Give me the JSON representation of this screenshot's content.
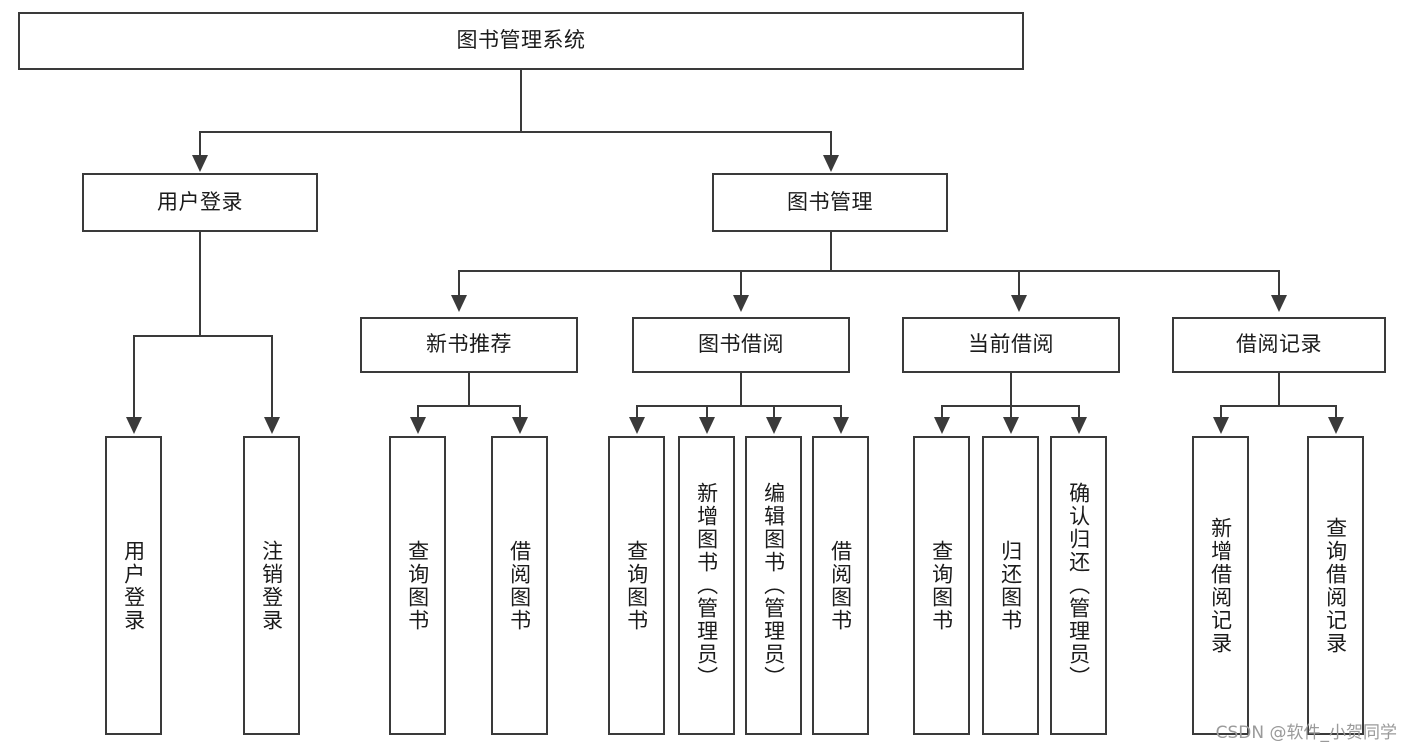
{
  "diagram": {
    "type": "tree",
    "title": "图书管理系统",
    "watermark": "CSDN @软件_小贺同学",
    "colors": {
      "stroke": "#3a3a3a",
      "fill": "#ffffff",
      "text": "#1b1b1b",
      "watermark": "#9a9a9a"
    },
    "root": {
      "label": "图书管理系统"
    },
    "level2": [
      {
        "label": "用户登录"
      },
      {
        "label": "图书管理"
      }
    ],
    "level3": [
      {
        "label": "新书推荐"
      },
      {
        "label": "图书借阅"
      },
      {
        "label": "当前借阅"
      },
      {
        "label": "借阅记录"
      }
    ],
    "leaves": {
      "user_login": [
        {
          "label": "用户登录"
        },
        {
          "label": "注销登录"
        }
      ],
      "new_book": [
        {
          "label": "查询图书"
        },
        {
          "label": "借阅图书"
        }
      ],
      "book_borrow": [
        {
          "label": "查询图书"
        },
        {
          "label": "新增图书（管理员）"
        },
        {
          "label": "编辑图书（管理员）"
        },
        {
          "label": "借阅图书"
        }
      ],
      "current_borrow": [
        {
          "label": "查询图书"
        },
        {
          "label": "归还图书"
        },
        {
          "label": "确认归还（管理员）"
        }
      ],
      "borrow_record": [
        {
          "label": "新增借阅记录"
        },
        {
          "label": "查询借阅记录"
        }
      ]
    }
  }
}
